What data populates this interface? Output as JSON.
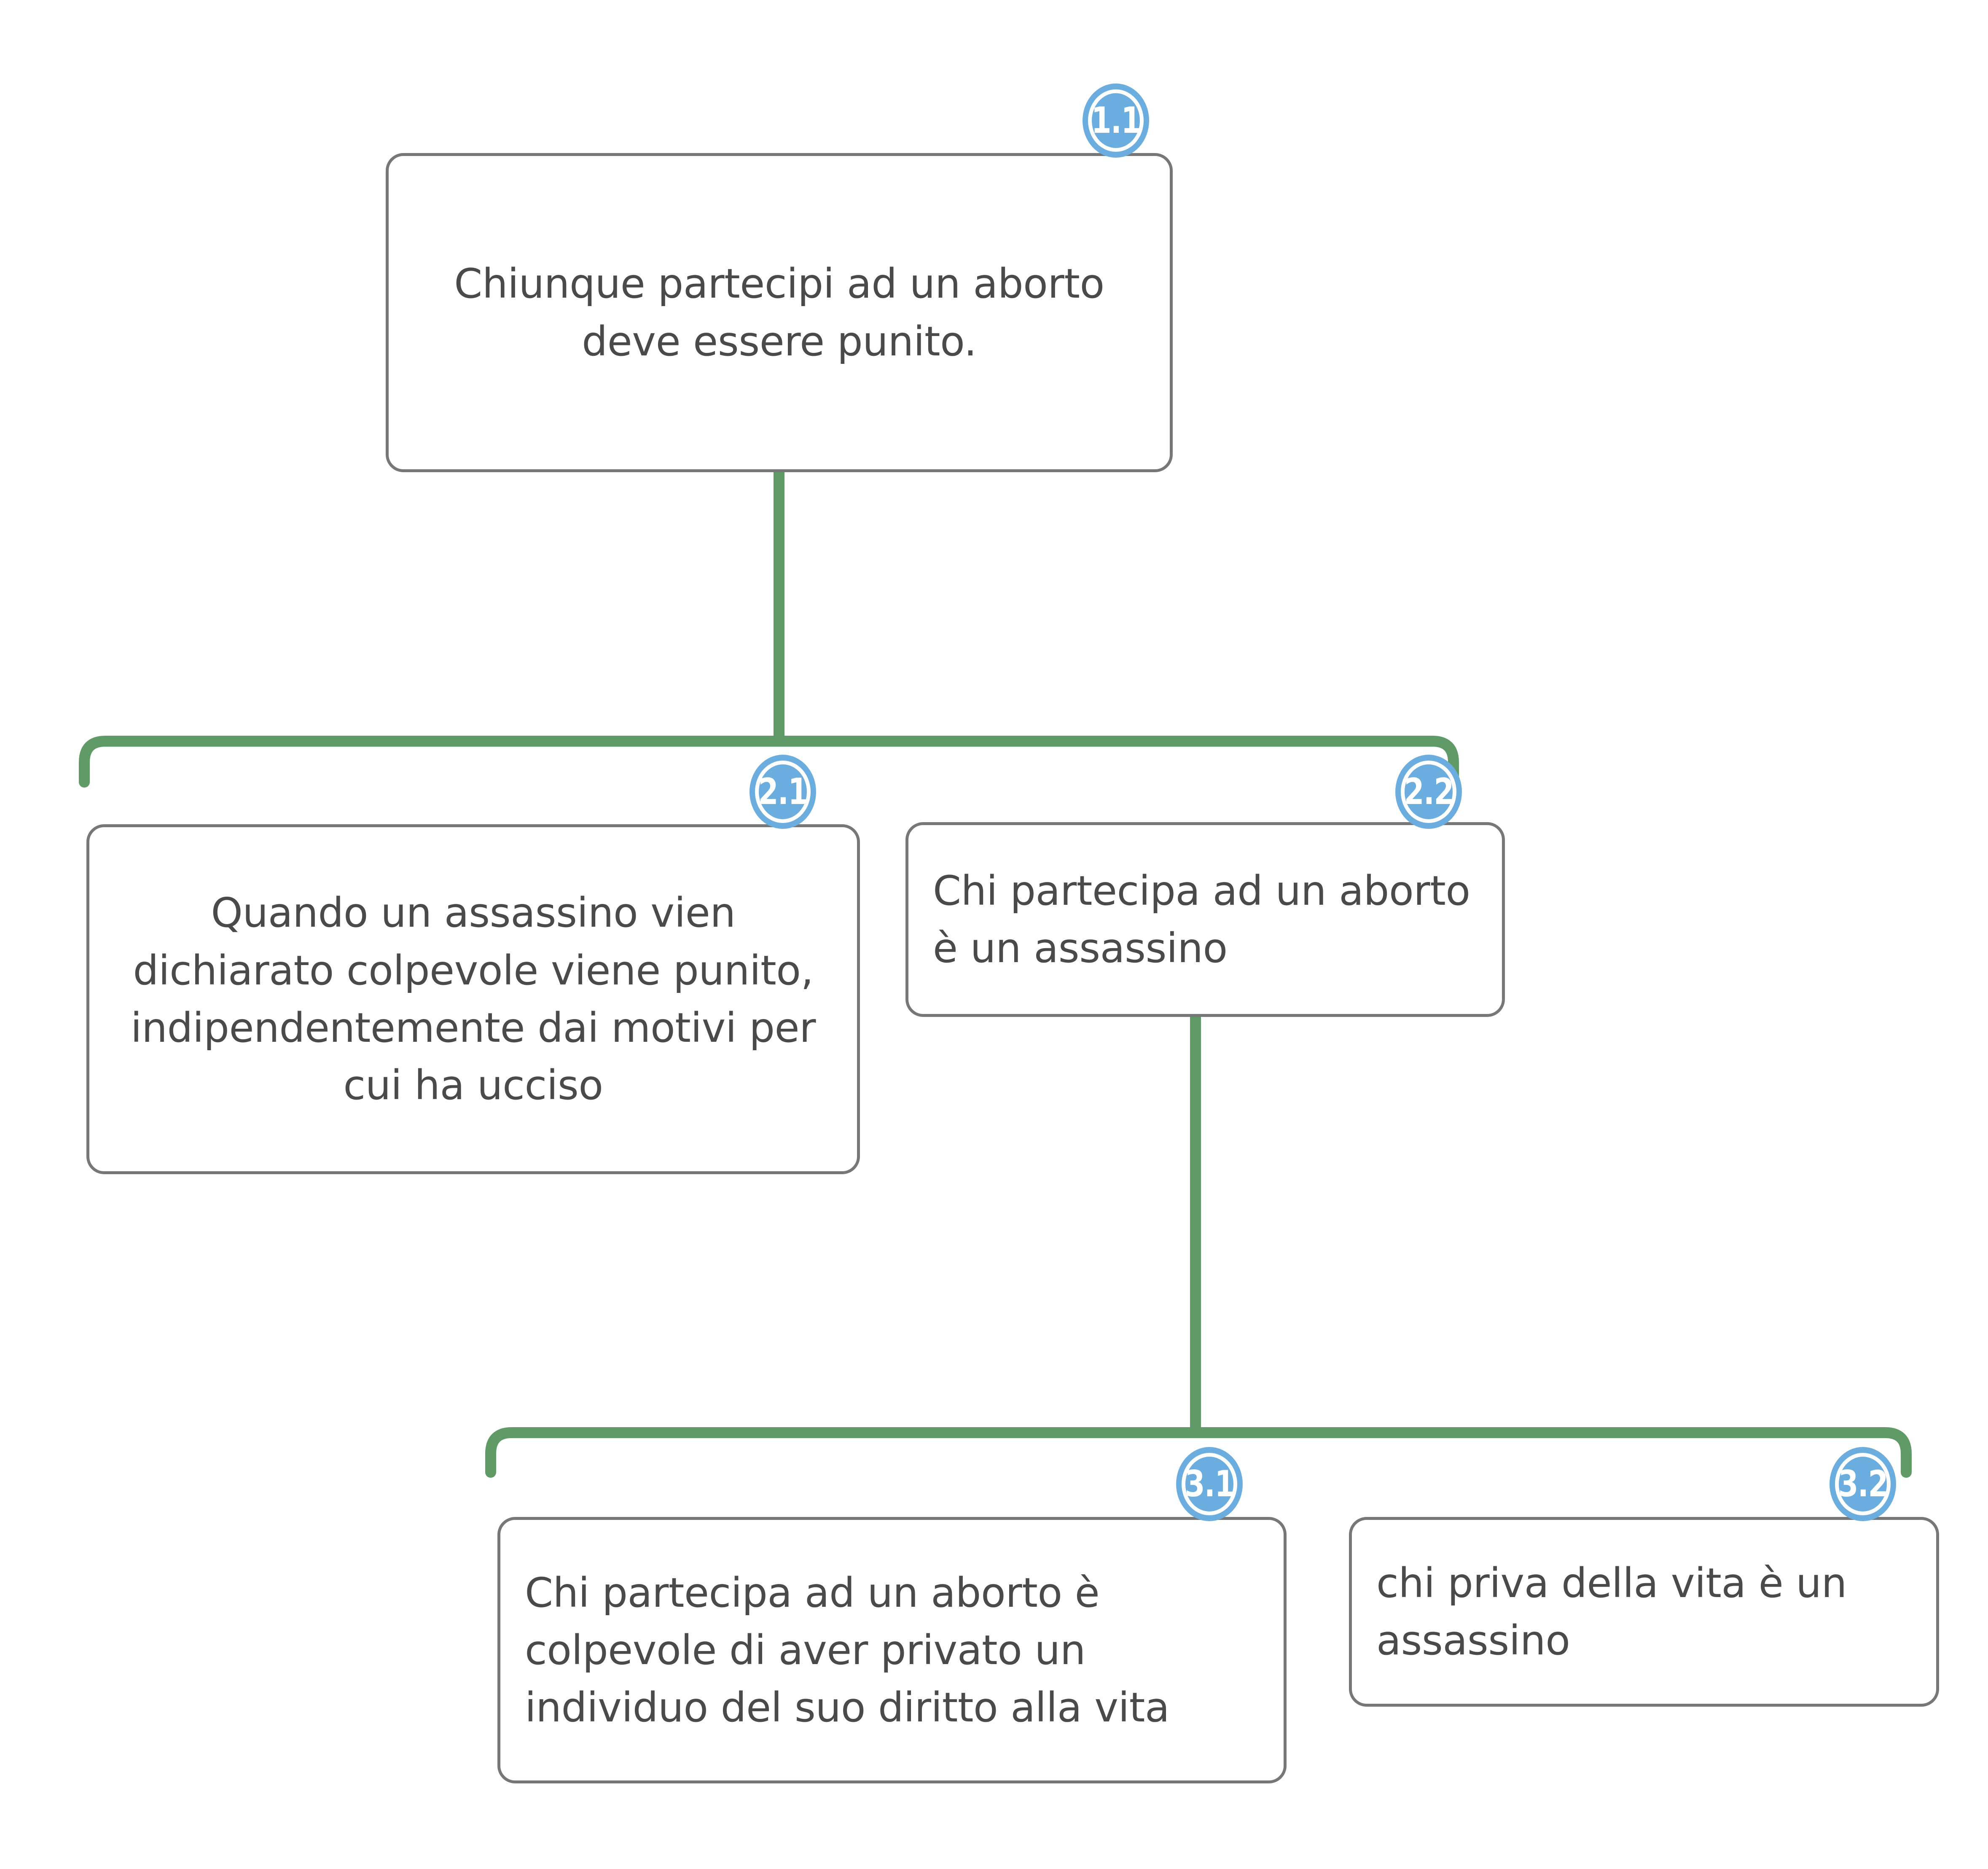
{
  "diagram": {
    "type": "argument-map",
    "orientation": "top-down",
    "colors": {
      "connector": "#5f9a67",
      "node_border": "#777777",
      "node_fill": "#ffffff",
      "badge_fill": "#6badde",
      "badge_ring": "#ffffff",
      "text": "#4a4a4a",
      "background": "#ffffff"
    },
    "nodes": [
      {
        "id": "1.1",
        "badge": "1.1",
        "text": "Chiunque partecipi ad un aborto deve essere punito.",
        "align": "center",
        "level": 1
      },
      {
        "id": "2.1",
        "badge": "2.1",
        "text": "Quando un assassino vien dichiarato colpevole viene punito, indipendentemente dai motivi per cui ha ucciso",
        "align": "center",
        "level": 2
      },
      {
        "id": "2.2",
        "badge": "2.2",
        "text": "Chi partecipa ad un aborto è un assassino",
        "align": "left",
        "level": 2
      },
      {
        "id": "3.1",
        "badge": "3.1",
        "text": "Chi partecipa ad un aborto è colpevole di aver privato un individuo del suo diritto alla vita",
        "align": "left",
        "level": 3
      },
      {
        "id": "3.2",
        "badge": "3.2",
        "text": "chi priva della vita è un assassino",
        "align": "left",
        "level": 3
      }
    ],
    "edges": [
      {
        "from": "1.1",
        "to": "2.1"
      },
      {
        "from": "1.1",
        "to": "2.2"
      },
      {
        "from": "2.2",
        "to": "3.1"
      },
      {
        "from": "2.2",
        "to": "3.2"
      }
    ]
  }
}
